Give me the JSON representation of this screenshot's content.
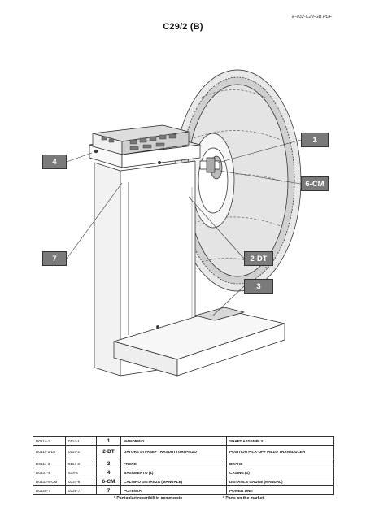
{
  "document_ref": "E-032-C29-GB.PDF",
  "title": "C29/2 (B)",
  "callouts": [
    "4",
    "7",
    "1",
    "6-CM",
    "2-DT",
    "3"
  ],
  "parts": [
    {
      "code_a": "D0114-1",
      "code_b": "0114-1",
      "ref": "1",
      "it": "MANDRINO",
      "en": "SHAFT ASSEMBLY"
    },
    {
      "code_a": "D0114-2-DT",
      "code_b": "0114-2",
      "ref": "2-DT",
      "it": "DATORE DI FASE+ TRASDUTTORI PIEZO",
      "en": "POSITION PICK-UP+ PIEZO TRANSDUCER"
    },
    {
      "code_a": "D0114-3",
      "code_b": "0114-3",
      "ref": "3",
      "it": "FRENO",
      "en": "BRAKE"
    },
    {
      "code_a": "D0337-4",
      "code_b": "533-4",
      "ref": "4",
      "it": "BASAMENTO (1)",
      "en": "CASING (1)"
    },
    {
      "code_a": "D0333-6-CM",
      "code_b": "0337-6",
      "ref": "6-CM",
      "it": "CALIBRO DISTANZA (MANUALE)",
      "en": "DISTANCE GAUGE (MANUAL)"
    },
    {
      "code_a": "D0328-7",
      "code_b": "0328-7",
      "ref": "7",
      "it": "POTENZA",
      "en": "POWER UNIT"
    }
  ],
  "footnotes": {
    "it": "* Particolari reperibili in commercio",
    "en": "* Parts on the market"
  }
}
